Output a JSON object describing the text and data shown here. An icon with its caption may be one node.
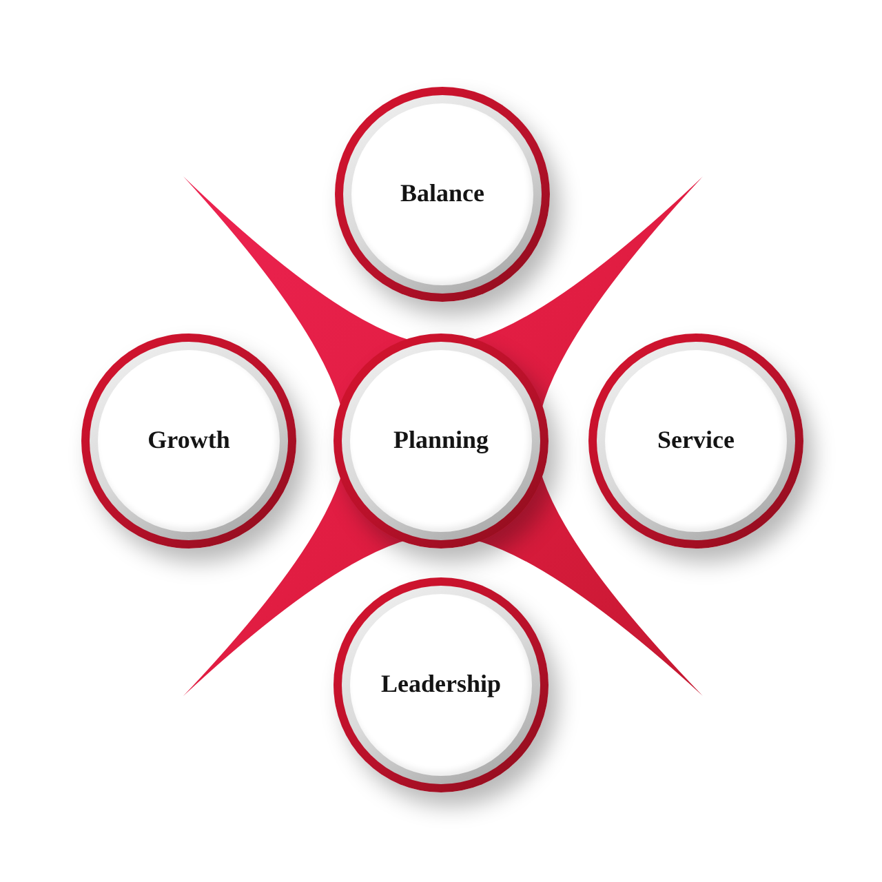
{
  "diagram": {
    "nodes": [
      {
        "text": [
          "Balance"
        ]
      },
      {
        "text": [
          "Growth"
        ]
      },
      {
        "text": [
          "Planning"
        ]
      },
      {
        "text": [
          "Service"
        ]
      },
      {
        "text": [
          "Leadership"
        ]
      }
    ]
  }
}
